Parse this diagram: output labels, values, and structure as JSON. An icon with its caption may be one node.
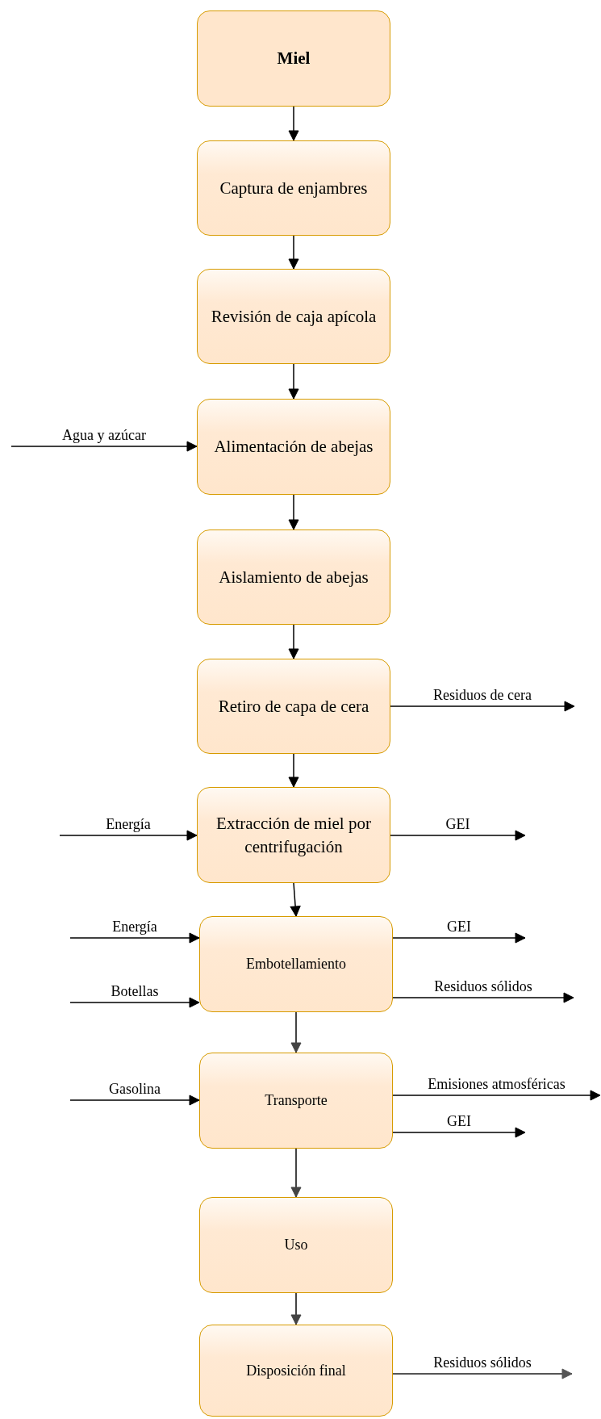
{
  "diagram": {
    "nodes": [
      {
        "text": [
          "Miel"
        ]
      },
      {
        "text": [
          "Captura de enjambres"
        ]
      },
      {
        "text": [
          "Revisión de caja apícola"
        ]
      },
      {
        "text": [
          "Alimentación de abejas"
        ]
      },
      {
        "text": [
          "Aislamiento de abejas"
        ]
      },
      {
        "text": [
          "Retiro de capa de cera"
        ]
      },
      {
        "text": [
          "Extracción de miel por centrifugación"
        ]
      },
      {
        "text": [
          "Embotellamiento"
        ]
      },
      {
        "text": [
          "Transporte"
        ]
      },
      {
        "text": [
          "Uso"
        ]
      },
      {
        "text": [
          "Disposición final"
        ]
      }
    ],
    "edges": [
      {
        "from": 0,
        "to": 1,
        "arrow": "to"
      },
      {
        "from": 1,
        "to": 2,
        "arrow": "to"
      },
      {
        "from": 2,
        "to": 3,
        "arrow": "to"
      },
      {
        "from": null,
        "to": 3,
        "arrow": "to",
        "label": "Agua y azúcar"
      },
      {
        "from": 3,
        "to": 4,
        "arrow": "to"
      },
      {
        "from": 4,
        "to": 5,
        "arrow": "to"
      },
      {
        "from": 5,
        "to": null,
        "arrow": "to",
        "label": "Residuos de cera"
      },
      {
        "from": 5,
        "to": 6,
        "arrow": "to"
      },
      {
        "from": null,
        "to": 6,
        "arrow": "to",
        "label": "Energía"
      },
      {
        "from": 6,
        "to": null,
        "arrow": "to",
        "label": "GEI"
      },
      {
        "from": 6,
        "to": 7,
        "arrow": "to"
      },
      {
        "from": null,
        "to": 7,
        "arrow": "to",
        "label": "Energía"
      },
      {
        "from": null,
        "to": 7,
        "arrow": "to",
        "label": "Botellas"
      },
      {
        "from": 7,
        "to": null,
        "arrow": "to",
        "label": "GEI"
      },
      {
        "from": 7,
        "to": null,
        "arrow": "to",
        "label": "Residuos sólidos"
      },
      {
        "from": 7,
        "to": 8,
        "arrow": "to",
        "color": "#444444"
      },
      {
        "from": null,
        "to": 8,
        "arrow": "to",
        "label": "Gasolina"
      },
      {
        "from": 8,
        "to": null,
        "arrow": "to",
        "label": "Emisiones atmosféricas"
      },
      {
        "from": 8,
        "to": null,
        "arrow": "to",
        "label": "GEI"
      },
      {
        "from": 8,
        "to": 9,
        "arrow": "to",
        "color": "#444444"
      },
      {
        "from": 9,
        "to": 10,
        "arrow": "to",
        "color": "#444444"
      },
      {
        "from": 10,
        "to": null,
        "arrow": "to",
        "label": "Residuos sólidos",
        "color": "#555555"
      }
    ]
  }
}
